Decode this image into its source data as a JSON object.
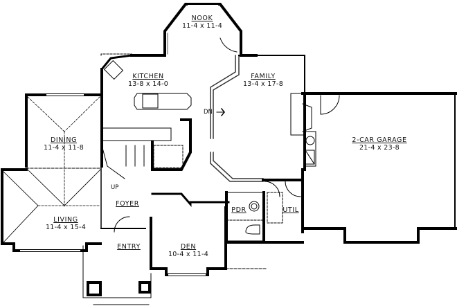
{
  "plan": {
    "type": "floor-plan",
    "colors": {
      "wall": "#000000",
      "line": "#333333",
      "background": "#ffffff"
    }
  },
  "rooms": {
    "nook": {
      "name": "NOOK",
      "dims": "11-4 x 11-4"
    },
    "kitchen": {
      "name": "KITCHEN",
      "dims": "13-8 x 14-0"
    },
    "family": {
      "name": "FAMILY",
      "dims": "13-4 x 17-8"
    },
    "garage": {
      "name": "2-CAR GARAGE",
      "dims": "21-4 x 23-8"
    },
    "dining": {
      "name": "DINING",
      "dims": "11-4 x 11-8"
    },
    "living": {
      "name": "LIVING",
      "dims": "11-4 x 15-4"
    },
    "foyer": {
      "name": "FOYER"
    },
    "entry": {
      "name": "ENTRY"
    },
    "den": {
      "name": "DEN",
      "dims": "10-4 x 11-4"
    },
    "pdr": {
      "name": "PDR"
    },
    "util": {
      "name": "UTIL"
    }
  },
  "annotations": {
    "stairs_down": "DN",
    "stairs_up": "UP"
  }
}
